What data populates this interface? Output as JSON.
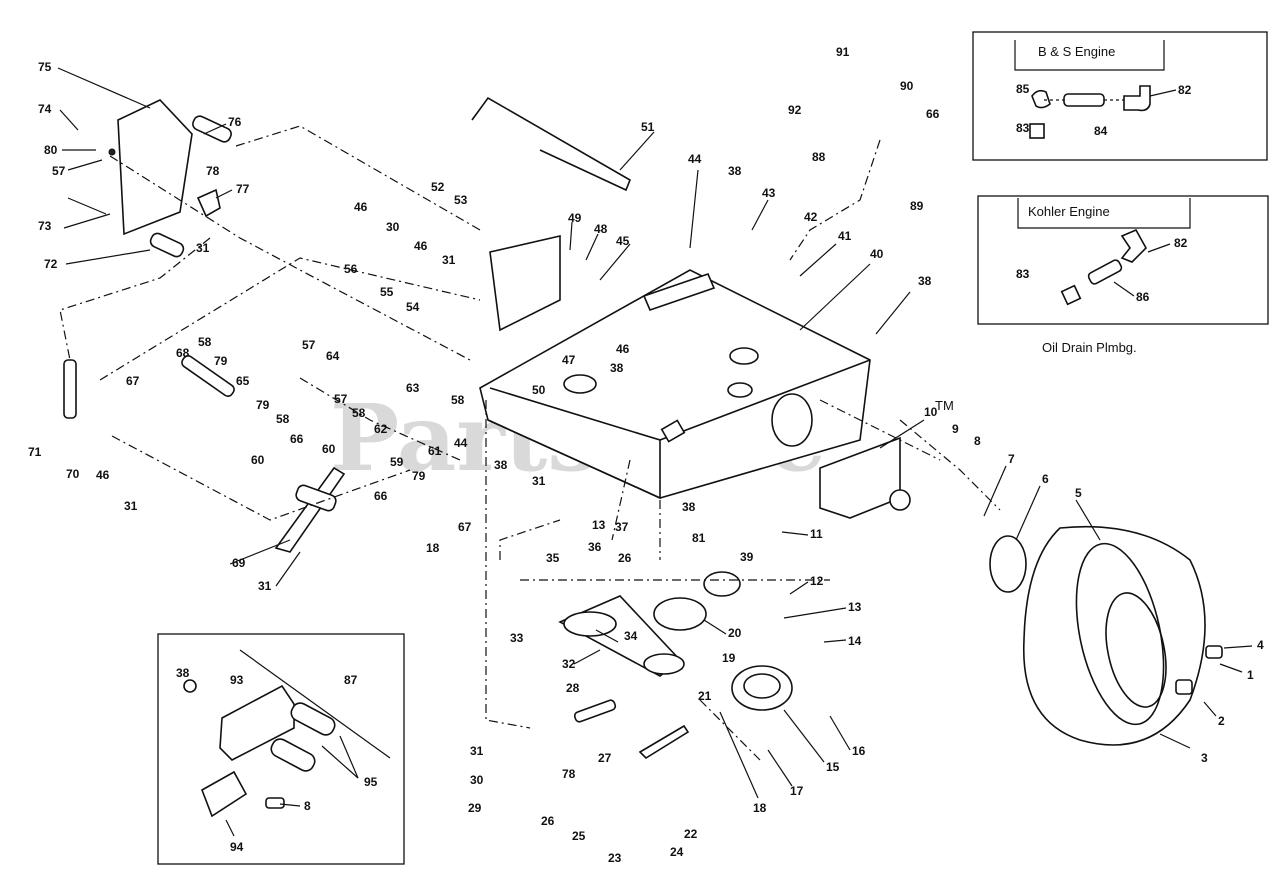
{
  "watermark": "PartsTree",
  "watermark_tm": "TM",
  "insets": {
    "bs_engine_title": "B & S Engine",
    "kohler_engine_title": "Kohler Engine",
    "oil_drain_caption": "Oil Drain Plmbg."
  },
  "callouts": {
    "c1": "1",
    "c2": "2",
    "c3": "3",
    "c4": "4",
    "c5": "5",
    "c6": "6",
    "c7": "7",
    "c8a": "8",
    "c8b": "8",
    "c9": "9",
    "c10": "10",
    "c11": "11",
    "c12": "12",
    "c13a": "13",
    "c13b": "13",
    "c14": "14",
    "c15": "15",
    "c16": "16",
    "c17": "17",
    "c18a": "18",
    "c18b": "18",
    "c19": "19",
    "c20": "20",
    "c21": "21",
    "c22": "22",
    "c23": "23",
    "c24": "24",
    "c25": "25",
    "c26a": "26",
    "c26b": "26",
    "c27": "27",
    "c28": "28",
    "c29": "29",
    "c30a": "30",
    "c30b": "30",
    "c31a": "31",
    "c31b": "31",
    "c31c": "31",
    "c31d": "31",
    "c31e": "31",
    "c31f": "31",
    "c32": "32",
    "c33": "33",
    "c34": "34",
    "c35": "35",
    "c36": "36",
    "c37": "37",
    "c38a": "38",
    "c38b": "38",
    "c38c": "38",
    "c38d": "38",
    "c38e": "38",
    "c38f": "38",
    "c39": "39",
    "c40": "40",
    "c41": "41",
    "c42": "42",
    "c43": "43",
    "c44a": "44",
    "c44b": "44",
    "c45": "45",
    "c46a": "46",
    "c46b": "46",
    "c46c": "46",
    "c46d": "46",
    "c47": "47",
    "c48": "48",
    "c49": "49",
    "c50": "50",
    "c51": "51",
    "c52": "52",
    "c53": "53",
    "c54": "54",
    "c55": "55",
    "c56": "56",
    "c57a": "57",
    "c57b": "57",
    "c57c": "57",
    "c58a": "58",
    "c58b": "58",
    "c58c": "58",
    "c58d": "58",
    "c59": "59",
    "c60a": "60",
    "c60b": "60",
    "c61": "61",
    "c62": "62",
    "c63": "63",
    "c64": "64",
    "c65": "65",
    "c66a": "66",
    "c66b": "66",
    "c66c": "66",
    "c67a": "67",
    "c67b": "67",
    "c68": "68",
    "c69": "69",
    "c70": "70",
    "c71": "71",
    "c72": "72",
    "c73": "73",
    "c74": "74",
    "c75": "75",
    "c76": "76",
    "c77": "77",
    "c78a": "78",
    "c78b": "78",
    "c79a": "79",
    "c79b": "79",
    "c79c": "79",
    "c80": "80",
    "c81": "81",
    "c82a": "82",
    "c82b": "82",
    "c83a": "83",
    "c83b": "83",
    "c84": "84",
    "c85": "85",
    "c86": "86",
    "c87": "87",
    "c88": "88",
    "c89": "89",
    "c90": "90",
    "c91": "91",
    "c92": "92",
    "c93": "93",
    "c94": "94",
    "c95": "95"
  }
}
